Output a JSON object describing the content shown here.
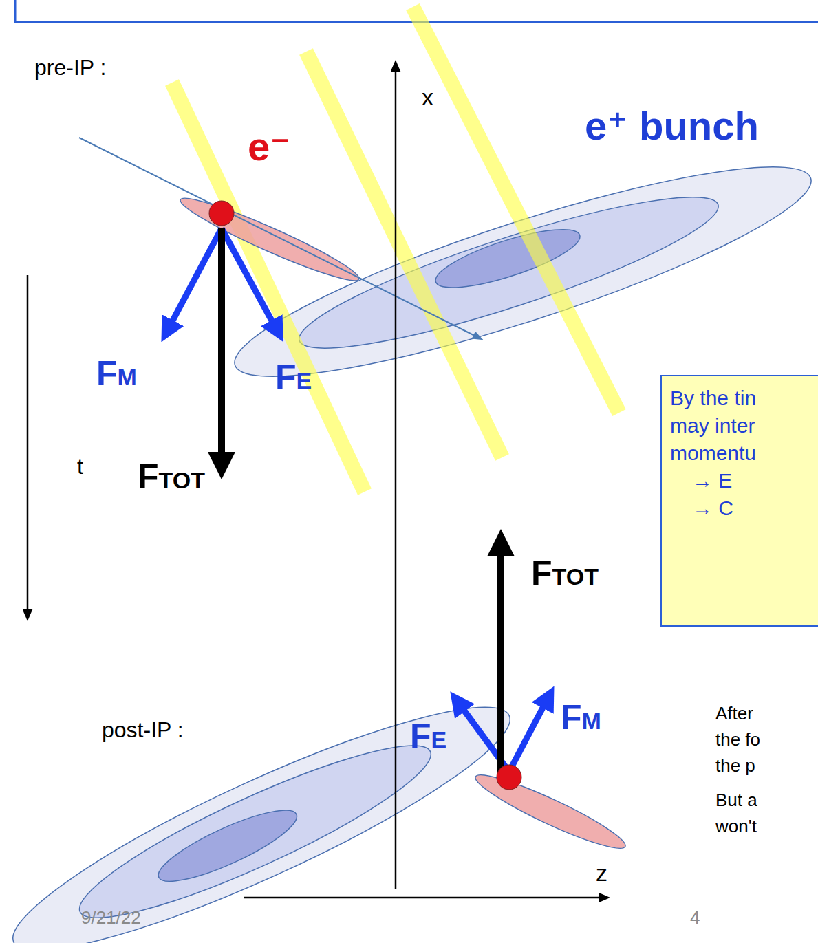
{
  "diagram": {
    "nodes": [
      {
        "text": [
          "By the tin may inter momentu",
          "→ E",
          "→ C"
        ]
      }
    ],
    "labels": [
      "pre-IP :",
      "x",
      "e⁺ bunch",
      "e⁻",
      "FM",
      "FE",
      "t",
      "FTOT",
      "FTOT",
      "post-IP :",
      "FE",
      "FM",
      "After the fo the p",
      "But a won't",
      "z",
      "9/21/22",
      "4"
    ]
  }
}
